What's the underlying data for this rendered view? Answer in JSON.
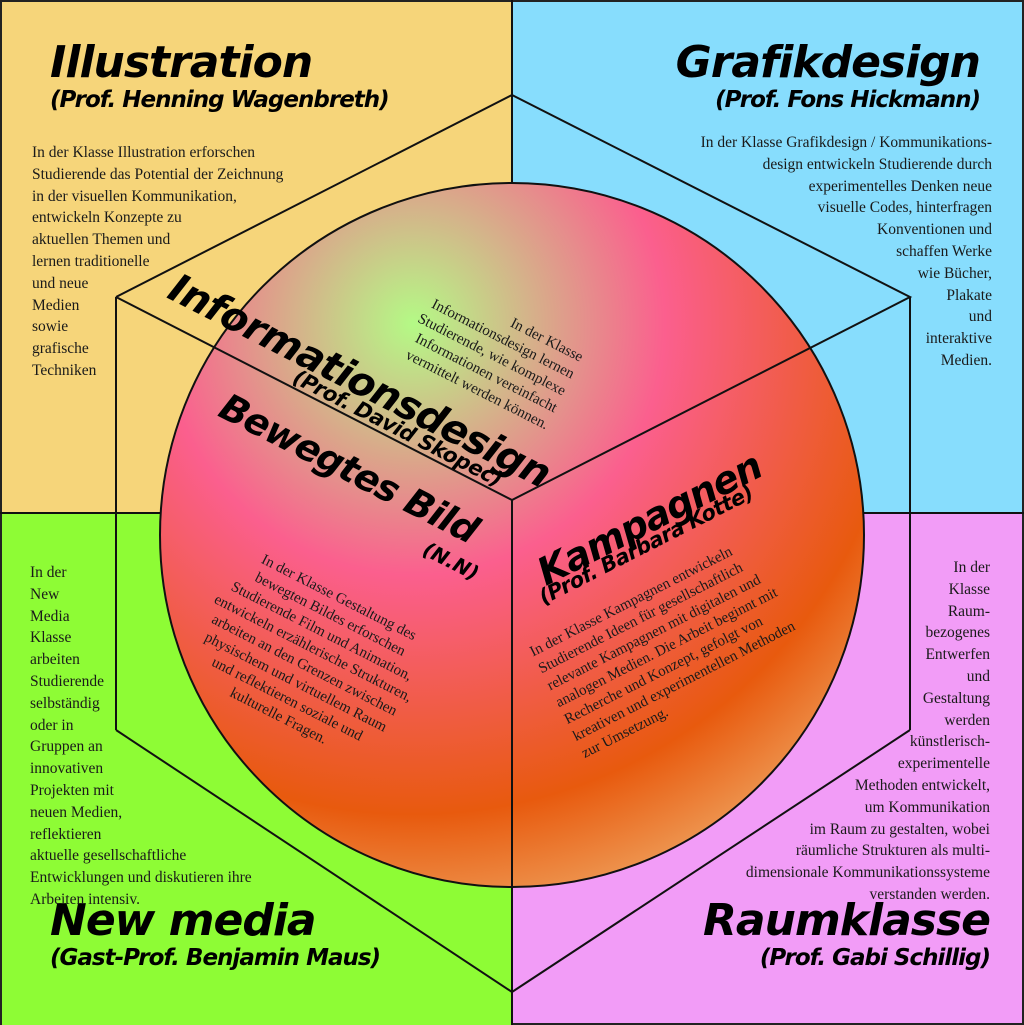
{
  "colors": {
    "illustration_bg": "#F6D57A",
    "grafikdesign_bg": "#87DDFD",
    "newmedia_bg": "#8EFC35",
    "raumklasse_bg": "#F29CF7",
    "sphere_center": "#B4FA86",
    "sphere_mid": "#FB5F8E",
    "sphere_edge": "#E85A0E",
    "line": "#111111"
  },
  "quadrants": {
    "illustration": {
      "title": "Illustration",
      "professor": "(Prof. Henning Wagenbreth)",
      "text": "In der Klasse Illustration erforschen\nStudierende das Potential der Zeichnung\nin der visuellen Kommunikation,\nentwickeln Konzepte zu\naktuellen Themen und\nlernen traditionelle\nund neue\nMedien\nsowie\ngrafische\nTechniken"
    },
    "grafikdesign": {
      "title": "Grafikdesign",
      "professor": "(Prof. Fons Hickmann)",
      "text": "In der Klasse Grafikdesign / Kommunikations-\ndesign entwickeln Studierende durch\nexperimentelles Denken neue\nvisuelle Codes, hinterfragen\nKonventionen und\nschaffen Werke\nwie Bücher,\nPlakate\nund\ninteraktive\nMedien."
    },
    "newmedia": {
      "title": "New media",
      "professor": "(Gast-Prof. Benjamin Maus)",
      "text": "In der\nNew\nMedia\nKlasse\narbeiten\nStudierende\nselbständig\noder in\nGruppen an\ninnovativen\nProjekten mit\nneuen Medien,\nreflektieren\naktuelle gesellschaftliche\nEntwicklungen und diskutieren ihre\nArbeiten intensiv."
    },
    "raumklasse": {
      "title": "Raumklasse",
      "professor": "(Prof. Gabi Schillig)",
      "text": "In der\nKlasse\nRaum-\nbezogenes\nEntwerfen\nund\nGestaltung\nwerden\nkünstlerisch-\nexperimentelle\nMethoden entwickelt,\num Kommunikation\nim Raum zu gestalten, wobei\nräumliche Strukturen als multi-\ndimensionale Kommunikationssysteme\nverstanden werden."
    }
  },
  "cube_faces": {
    "informationsdesign": {
      "title": "Informationsdesign",
      "professor": "(Prof. David Skopec)",
      "text": "In der Klasse\nInformationsdesign lernen\nStudierende, wie komplexe\nInformationen vereinfacht\nvermittelt werden können."
    },
    "bewegtes_bild": {
      "title": "Bewegtes Bild",
      "professor": "(N.N)",
      "text": "In der Klasse Gestaltung des\nbewegten Bildes erforschen\nStudierende Film und Animation,\nentwickeln erzählerische Strukturen,\narbeiten an den Grenzen zwischen\nphysischem und virtuellem Raum\nund reflektieren soziale und\nkulturelle Fragen."
    },
    "kampagnen": {
      "title": "Kampagnen",
      "professor": "(Prof. Barbara Kotte)",
      "text": "In der Klasse Kampagnen entwickeln\nStudierende Ideen für gesellschaftlich\nrelevante Kampagnen mit digitalen und\nanalogen Medien. Die Arbeit beginnt mit\nRecherche und Konzept, gefolgt von\nkreativen und experimentellen Methoden\nzur Umsetzung."
    }
  }
}
